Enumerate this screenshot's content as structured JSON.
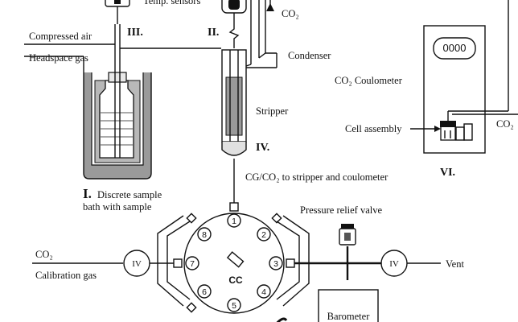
{
  "labels": {
    "temp_sensors": "Temp. sensors",
    "co2_top": "CO₂",
    "compressed_air": "Compressed air",
    "headspace_gas": "Headspace gas",
    "condenser": "Condenser",
    "co2_coulometer": "CO₂ Coulometer",
    "stripper": "Stripper",
    "cell_assembly": "Cell assembly",
    "co2_right": "CO₂",
    "cg_co2": "CG/CO₂ to stripper and coulometer",
    "discrete_sample_line1": "Discrete  sample",
    "discrete_sample_line2": "bath with sample",
    "pressure_relief_valve": "Pressure relief valve",
    "co2_left": "CO₂",
    "calibration_gas": "Calibration gas",
    "vent": "Vent",
    "barometer": "Barometer",
    "cc": "CC",
    "coulometer_display": "0000"
  },
  "roman": {
    "i": "I.",
    "ii": "II.",
    "iii": "III.",
    "iv": "IV.",
    "vi": "VI.",
    "valve_left": "IV",
    "valve_right": "IV"
  },
  "ports": [
    "1",
    "2",
    "3",
    "4",
    "5",
    "6",
    "7",
    "8"
  ]
}
